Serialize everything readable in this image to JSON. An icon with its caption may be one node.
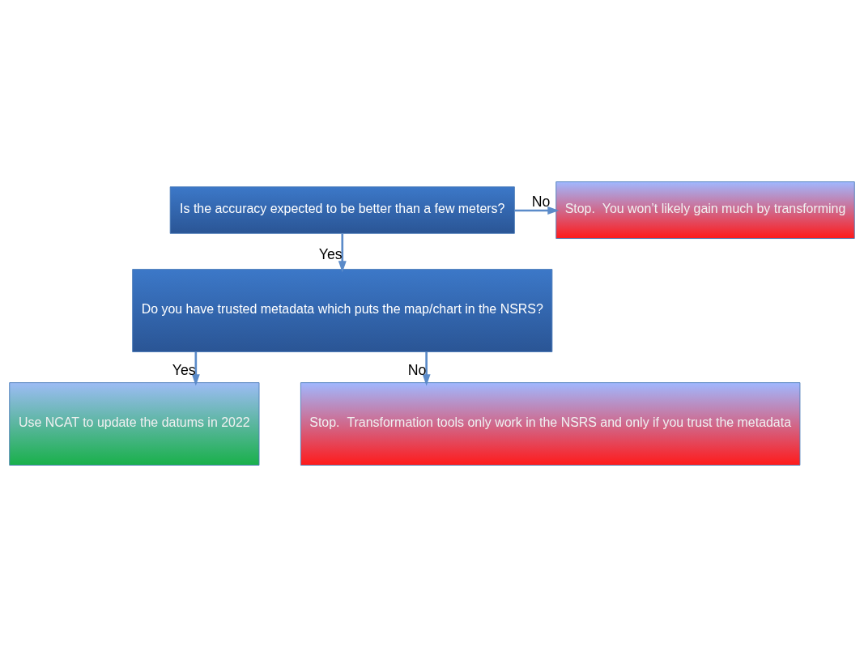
{
  "diagram": {
    "nodes": [
      {
        "text": [
          "Is the accuracy expected to be better than a few meters?"
        ]
      },
      {
        "text": [
          "Stop.  You won’t likely gain much by transforming"
        ]
      },
      {
        "text": [
          "Do you have trusted metadata which puts the map/chart in the NSRS?"
        ]
      },
      {
        "text": [
          "Use NCAT to update the datums in 2022"
        ]
      },
      {
        "text": [
          "Stop.  Transformation tools only work in the NSRS and only if you trust the metadata"
        ]
      }
    ],
    "edges": [
      {
        "from": 0,
        "to": 1,
        "arrow": "to",
        "label": "No"
      },
      {
        "from": 0,
        "to": 2,
        "arrow": "to",
        "label": "Yes"
      },
      {
        "from": 2,
        "to": 3,
        "arrow": "to",
        "label": "Yes"
      },
      {
        "from": 2,
        "to": 4,
        "arrow": "to",
        "label": "No"
      }
    ]
  }
}
